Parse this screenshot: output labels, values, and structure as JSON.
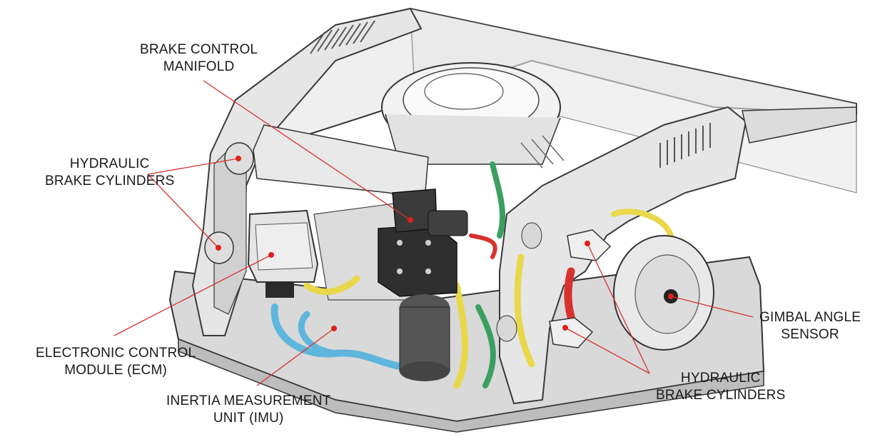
{
  "colors": {
    "leader_line": "#d8322e",
    "marker": "#e0201c",
    "frame_fill": "#e6e6e6",
    "frame_stroke": "#3a3a3a",
    "hose_blue": "#5fb6dc",
    "hose_yellow": "#e8d84a",
    "hose_green": "#3aa060",
    "hose_red": "#d8322e",
    "manifold": "#2f2f2f"
  },
  "labels": {
    "brake_manifold": {
      "line1": "BRAKE CONTROL",
      "line2": "MANIFOLD"
    },
    "hydraulic_left": {
      "line1": "HYDRAULIC",
      "line2": "BRAKE CYLINDERS"
    },
    "ecm": {
      "line1": "ELECTRONIC CONTROL",
      "line2": "MODULE (ECM)"
    },
    "imu": {
      "line1": "INERTIA MEASUREMENT",
      "line2": "UNIT (IMU)"
    },
    "gimbal": {
      "line1": "GIMBAL ANGLE",
      "line2": "SENSOR"
    },
    "hydraulic_right": {
      "line1": "HYDRAULIC",
      "line2": "BRAKE CYLINDERS"
    }
  }
}
